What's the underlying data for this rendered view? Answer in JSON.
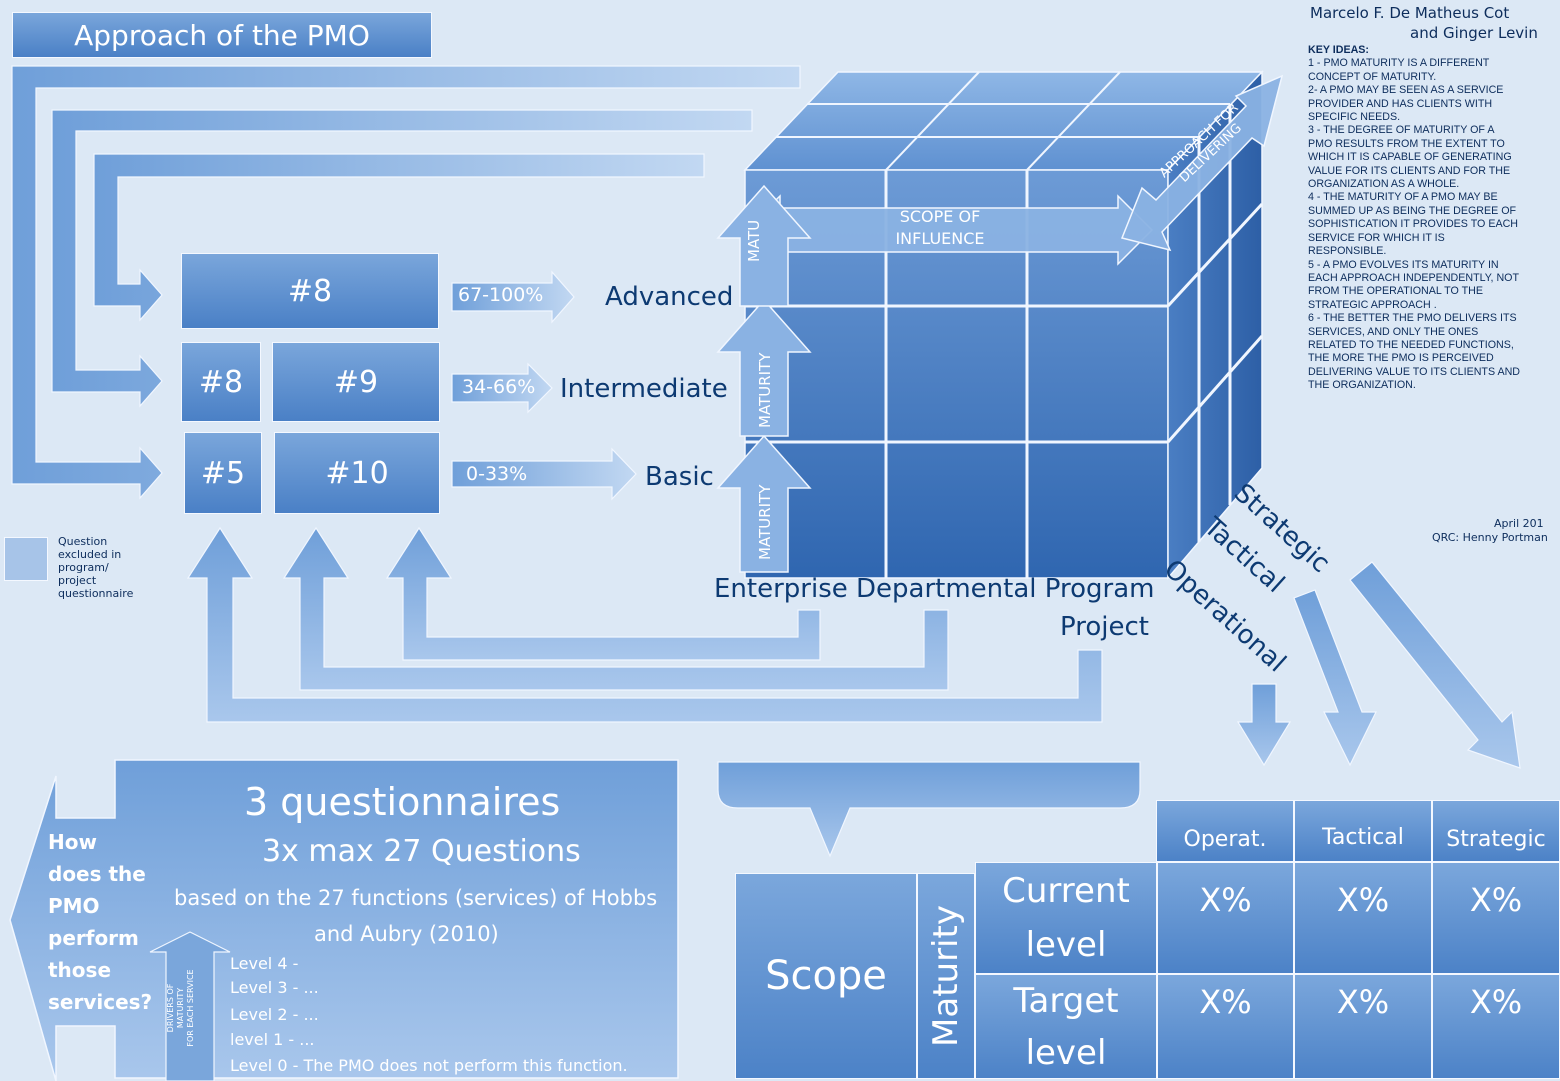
{
  "header": {
    "title": "Approach of the PMO",
    "author_line1": "Marcelo F. De Matheus Cot",
    "author_line2": "and Ginger Levin"
  },
  "key_ideas": {
    "heading": "KEY IDEAS:",
    "lines": [
      "1 - PMO MATURITY IS A DIFFERENT",
      "CONCEPT OF MATURITY.",
      "2- A PMO MAY BE SEEN AS A SERVICE",
      "PROVIDER AND HAS CLIENTS WITH",
      "SPECIFIC NEEDS.",
      "3 - THE DEGREE OF MATURITY OF A",
      "PMO RESULTS FROM THE EXTENT TO",
      "WHICH IT IS CAPABLE OF GENERATING",
      "VALUE FOR ITS CLIENTS AND FOR THE",
      "ORGANIZATION AS A WHOLE.",
      "4 - THE MATURITY OF A PMO MAY BE",
      "SUMMED UP AS BEING THE DEGREE OF",
      "SOPHISTICATION IT PROVIDES TO EACH",
      "SERVICE FOR WHICH IT IS",
      "RESPONSIBLE.",
      "5 - A PMO EVOLVES ITS MATURITY IN",
      "EACH APPROACH INDEPENDENTLY, NOT",
      "FROM THE OPERATIONAL TO THE",
      "STRATEGIC APPROACH .",
      "6 - THE BETTER THE PMO DELIVERS ITS",
      "SERVICES, AND ONLY THE ONES",
      "RELATED TO THE NEEDED FUNCTIONS,",
      "THE MORE THE PMO IS PERCEIVED",
      "DELIVERING VALUE TO ITS CLIENTS AND",
      "THE ORGANIZATION."
    ],
    "date": "April 201",
    "qrc": "QRC: Henny Portman"
  },
  "levels": {
    "advanced": {
      "boxes": [
        "#8"
      ],
      "pct": "67-100%",
      "label": "Advanced"
    },
    "intermediate": {
      "boxes": [
        "#8",
        "#9"
      ],
      "pct": "34-66%",
      "label": "Intermediate"
    },
    "basic": {
      "boxes": [
        "#5",
        "#10"
      ],
      "pct": "0-33%",
      "label": "Basic"
    }
  },
  "legend": {
    "text": [
      "Question",
      "excluded in",
      "program/",
      "project",
      "questionnaire"
    ]
  },
  "cube": {
    "scope_label_1": "SCOPE OF",
    "scope_label_2": "INFLUENCE",
    "approach_label_1": "APPROACH FOR",
    "approach_label_2": "DELIVERING",
    "maturity_top": "MATU",
    "maturity_mid": "MATURITY",
    "maturity_bottom": "MATURITY"
  },
  "scope_labels": {
    "line1": "Enterprise Departmental Program",
    "line2": "Project"
  },
  "approaches": {
    "strategic": "Strategic",
    "tactical": "Tactical",
    "operational": "Operational"
  },
  "questionnaires": {
    "title": "3 questionnaires",
    "subtitle": "3x max 27 Questions",
    "based_1": "based on the 27 functions (services) of Hobbs",
    "based_2": "and Aubry (2010)",
    "question_lines": [
      "How",
      "does the",
      "PMO",
      "perform",
      "those",
      "services?"
    ],
    "levels": [
      "Level 4 -",
      "Level 3 - ...",
      "Level 2 - ...",
      "level 1 - ...",
      "Level 0 - The PMO does not perform this function."
    ],
    "drivers_lines": [
      "DRIVERS OF",
      "MATURITY",
      "FOR EACH SERVICE"
    ]
  },
  "table": {
    "scope": "Scope",
    "maturity": "Maturity",
    "headers": [
      "Operat.",
      "Tactical",
      "Strategic"
    ],
    "rows": [
      {
        "label_1": "Current",
        "label_2": "level",
        "values": [
          "X%",
          "X%",
          "X%"
        ]
      },
      {
        "label_1": "Target",
        "label_2": "level",
        "values": [
          "X%",
          "X%",
          "X%"
        ]
      }
    ]
  }
}
